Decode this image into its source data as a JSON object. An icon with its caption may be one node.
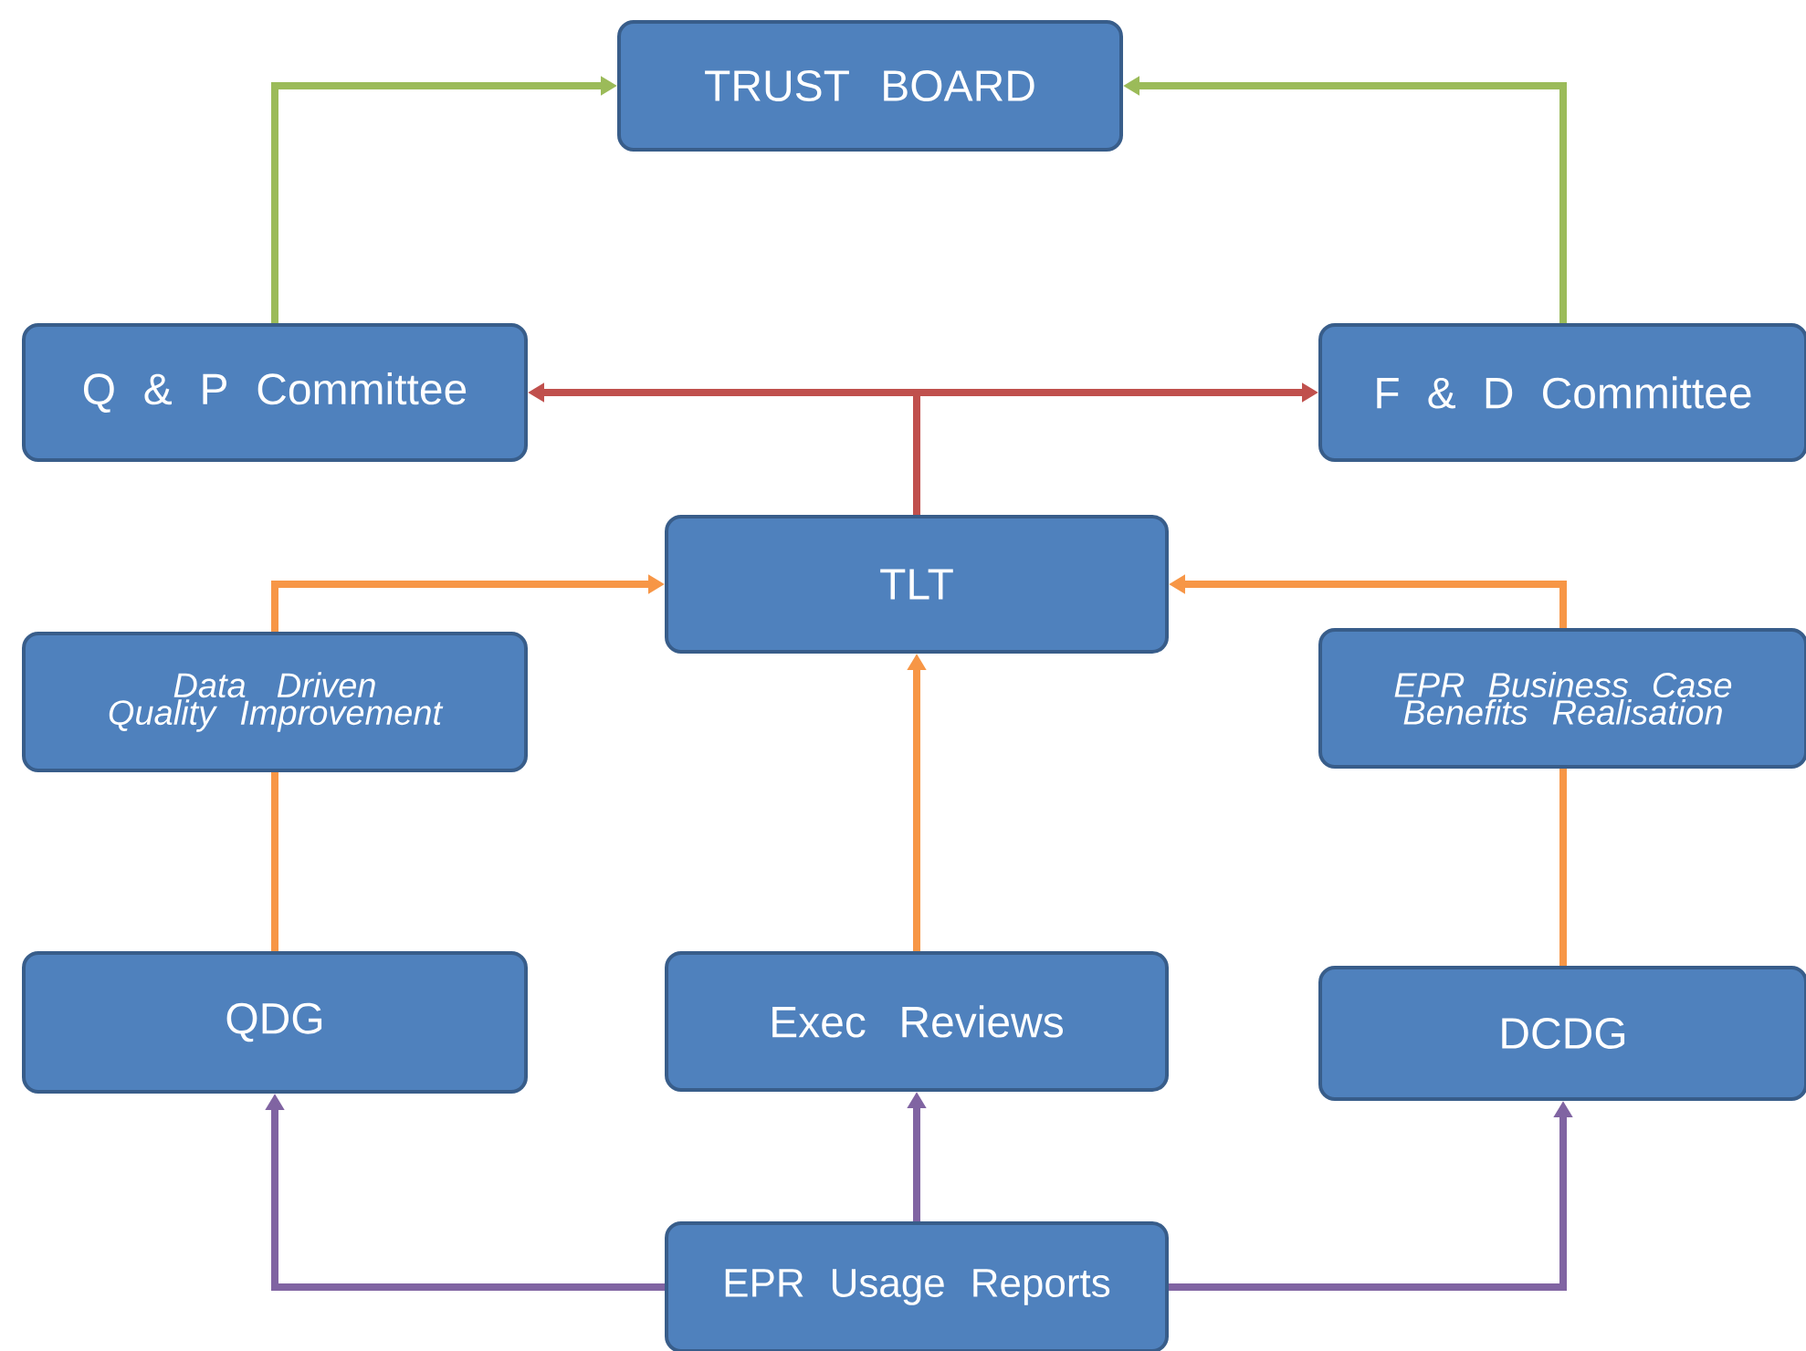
{
  "diagram": {
    "nodes": [
      {
        "text": [
          "TRUST BOARD"
        ]
      },
      {
        "text": [
          "Q & P Committee"
        ]
      },
      {
        "text": [
          "F & D Committee"
        ]
      },
      {
        "text": [
          "TLT"
        ]
      },
      {
        "text": [
          "Data Driven Quality Improvement"
        ]
      },
      {
        "text": [
          "EPR Business Case Benefits Realisation"
        ]
      },
      {
        "text": [
          "QDG"
        ]
      },
      {
        "text": [
          "Exec Reviews"
        ]
      },
      {
        "text": [
          "DCDG"
        ]
      },
      {
        "text": [
          "EPR Usage Reports"
        ]
      }
    ],
    "edges": [
      {
        "from": 1,
        "to": 0,
        "arrow": "to",
        "color": "#9bbb59"
      },
      {
        "from": 2,
        "to": 0,
        "arrow": "to",
        "color": "#9bbb59"
      },
      {
        "from": 3,
        "to": 1,
        "arrow": "to",
        "color": "#c0504d"
      },
      {
        "from": 3,
        "to": 2,
        "arrow": "to",
        "color": "#c0504d"
      },
      {
        "from": 6,
        "to": 4,
        "arrow": "none",
        "color": "#f79646"
      },
      {
        "from": 4,
        "to": 3,
        "arrow": "to",
        "color": "#f79646"
      },
      {
        "from": 7,
        "to": 3,
        "arrow": "to",
        "color": "#f79646"
      },
      {
        "from": 8,
        "to": 5,
        "arrow": "none",
        "color": "#f79646"
      },
      {
        "from": 5,
        "to": 3,
        "arrow": "to",
        "color": "#f79646"
      },
      {
        "from": 9,
        "to": 6,
        "arrow": "to",
        "color": "#8064a2"
      },
      {
        "from": 9,
        "to": 7,
        "arrow": "to",
        "color": "#8064a2"
      },
      {
        "from": 9,
        "to": 8,
        "arrow": "to",
        "color": "#8064a2"
      }
    ]
  }
}
